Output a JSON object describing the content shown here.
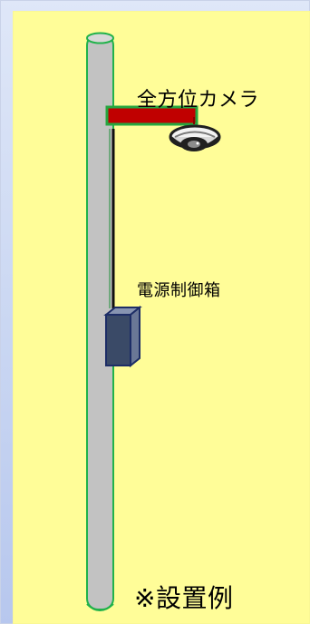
{
  "labels": {
    "camera": "全方位カメラ",
    "power_box": "電源制御箱",
    "example": "※設置例"
  },
  "colors": {
    "panel_bg": "#fffd98",
    "pole_fill": "#c2c2c2",
    "pole_outline": "#20b24a",
    "arm_fill": "#c00000",
    "arm_outline": "#26a63f",
    "cable": "#111111",
    "box_front": "#3a4a67",
    "box_side": "#6a7796",
    "box_top": "#8794b1",
    "box_outline": "#1d2d66",
    "camera_body": "#f3f3f3",
    "camera_dark": "#202020"
  },
  "icons": {
    "camera": "dome-camera-icon",
    "box": "power-control-box-icon"
  }
}
